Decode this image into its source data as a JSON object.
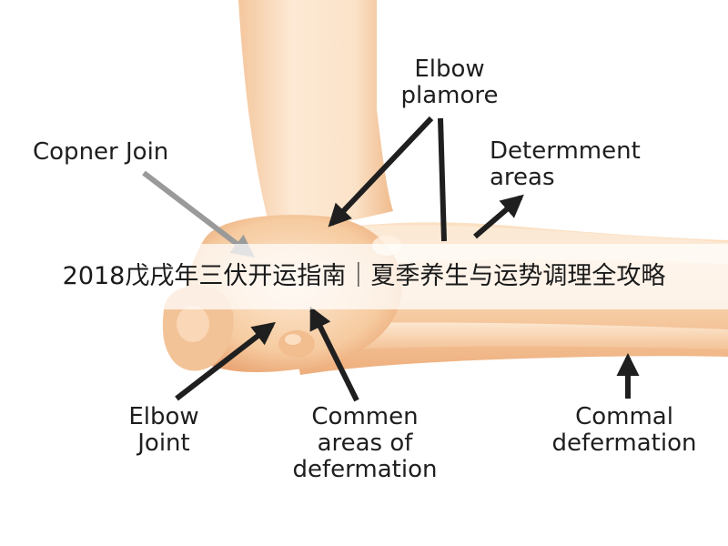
{
  "banner": {
    "title": "2018戊戌年三伏开运指南｜夏季养生与运势调理全攻略"
  },
  "labels": {
    "elbow_plamore": [
      "Elbow",
      "plamore"
    ],
    "copner_join": [
      "Copner Join"
    ],
    "determment_areas": [
      "Determment",
      "areas"
    ],
    "elbow_joint": [
      "Elbow",
      "Joint"
    ],
    "commen_areas": [
      "Commen",
      "areas of",
      "defermation"
    ],
    "commal_defermation": [
      "Commal",
      "defermation"
    ]
  },
  "colors": {
    "skin_light": "#fbe6cf",
    "skin_mid": "#f6cfa6",
    "skin_shadow": "#eba878",
    "arrow": "#1f1f1f",
    "text": "#1e1e1e"
  }
}
